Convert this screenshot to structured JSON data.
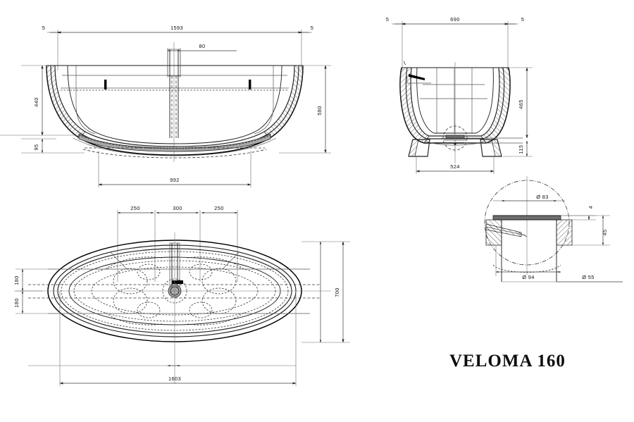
{
  "drawing": {
    "title": "VELOMA 160",
    "product": "VELOMA 160",
    "type": "freestanding-bathtub-technical-drawing",
    "units": "mm",
    "views": [
      {
        "id": "front-elevation",
        "name": "Front elevation (long side, sectioned)"
      },
      {
        "id": "side-elevation",
        "name": "Side elevation (short side, sectioned)"
      },
      {
        "id": "plan-view",
        "name": "Top / plan view"
      },
      {
        "id": "drain-detail",
        "name": "Drain / waste outlet detail (enlarged)"
      }
    ]
  },
  "front_view": {
    "dim_top_left_wall": "5",
    "dim_top_width": "1593",
    "dim_top_right_wall": "5",
    "dim_overflow_width": "80",
    "dim_inner_height": "440",
    "dim_total_height": "580",
    "dim_foot_height": "95",
    "dim_base_width": "992"
  },
  "side_view": {
    "dim_top_left_wall": "5",
    "dim_top_width": "690",
    "dim_top_right_wall": "5",
    "dim_inner_height": "465",
    "dim_foot_height": "115",
    "dim_base_width": "524"
  },
  "plan_view": {
    "dim_left_segment": "250",
    "dim_center_segment": "300",
    "dim_right_segment": "250",
    "dim_upper_offset": "180",
    "dim_lower_offset": "180",
    "dim_depth": "700",
    "dim_length": "1603"
  },
  "detail_view": {
    "dim_bore_upper": "Ø 83",
    "dim_flange_thickness": "4",
    "dim_body_height": "45",
    "dim_outer": "Ø 94",
    "dim_bore_lower": "Ø 55"
  },
  "colors": {
    "line": "#1a1a1a",
    "dimension": "#3a3a3a",
    "hatch": "#333333",
    "fill_grey": "#a9a9a9",
    "background": "#ffffff",
    "title": "#0d0d0d"
  }
}
